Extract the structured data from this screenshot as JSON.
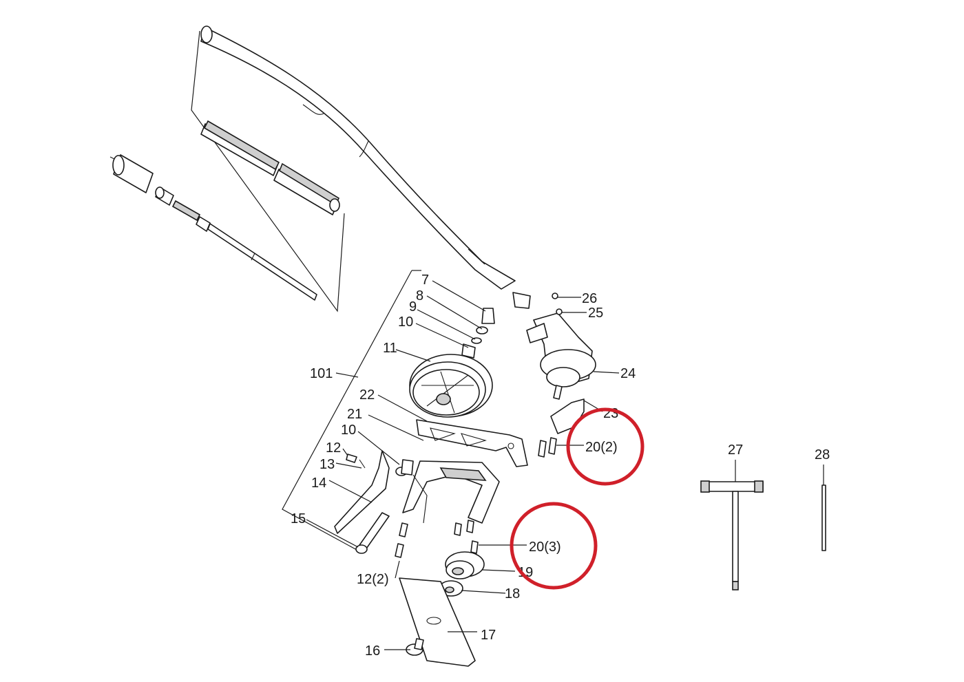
{
  "labels": {
    "p7": "7",
    "p8": "8",
    "p9": "9",
    "p10a": "10",
    "p11": "11",
    "p101": "101",
    "p22": "22",
    "p21": "21",
    "p10b": "10",
    "p12a": "12",
    "p13": "13",
    "p14": "14",
    "p15": "15",
    "p12b": "12(2)",
    "p16": "16",
    "p17": "17",
    "p18": "18",
    "p19": "19",
    "p20b": "20(3)",
    "p20a": "20(2)",
    "p23": "23",
    "p24": "24",
    "p25": "25",
    "p26": "26",
    "p27": "27",
    "p28": "28"
  },
  "highlight_color": "#d0202a"
}
